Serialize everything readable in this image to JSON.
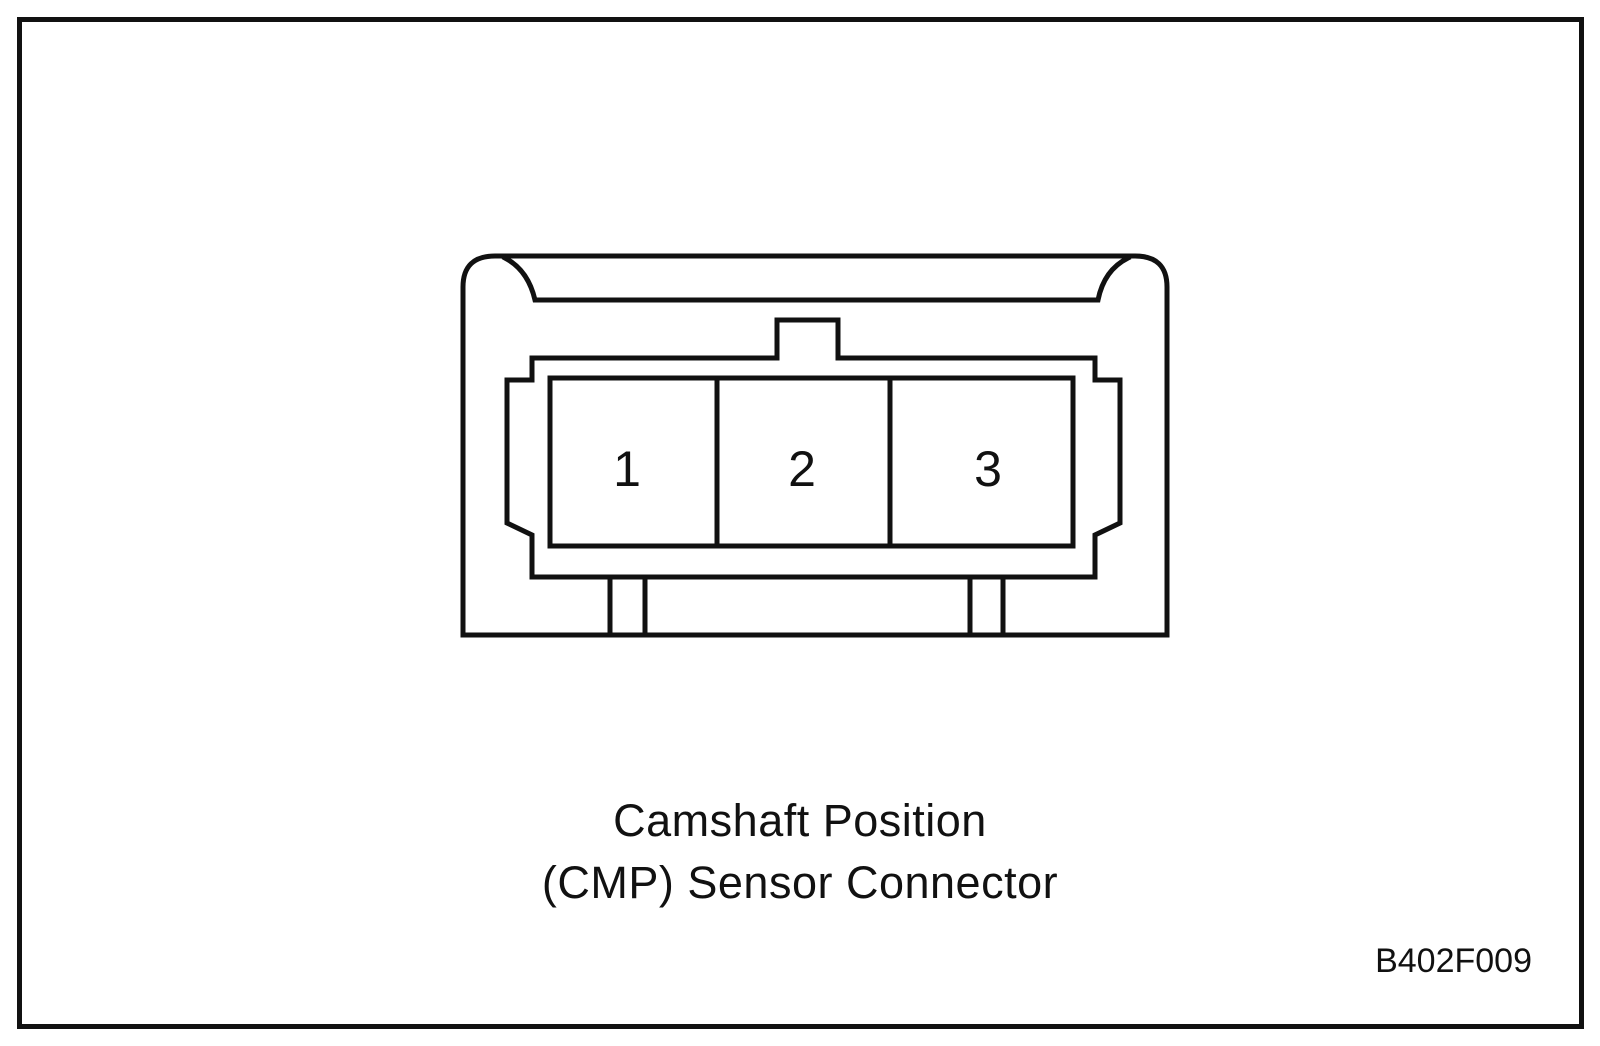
{
  "diagram": {
    "pins": [
      {
        "label": "1"
      },
      {
        "label": "2"
      },
      {
        "label": "3"
      }
    ],
    "caption": {
      "line1": "Camshaft Position",
      "line2": "(CMP) Sensor Connector"
    },
    "figure_code": "B402F009"
  },
  "colors": {
    "line": "#111111",
    "background": "#ffffff"
  }
}
